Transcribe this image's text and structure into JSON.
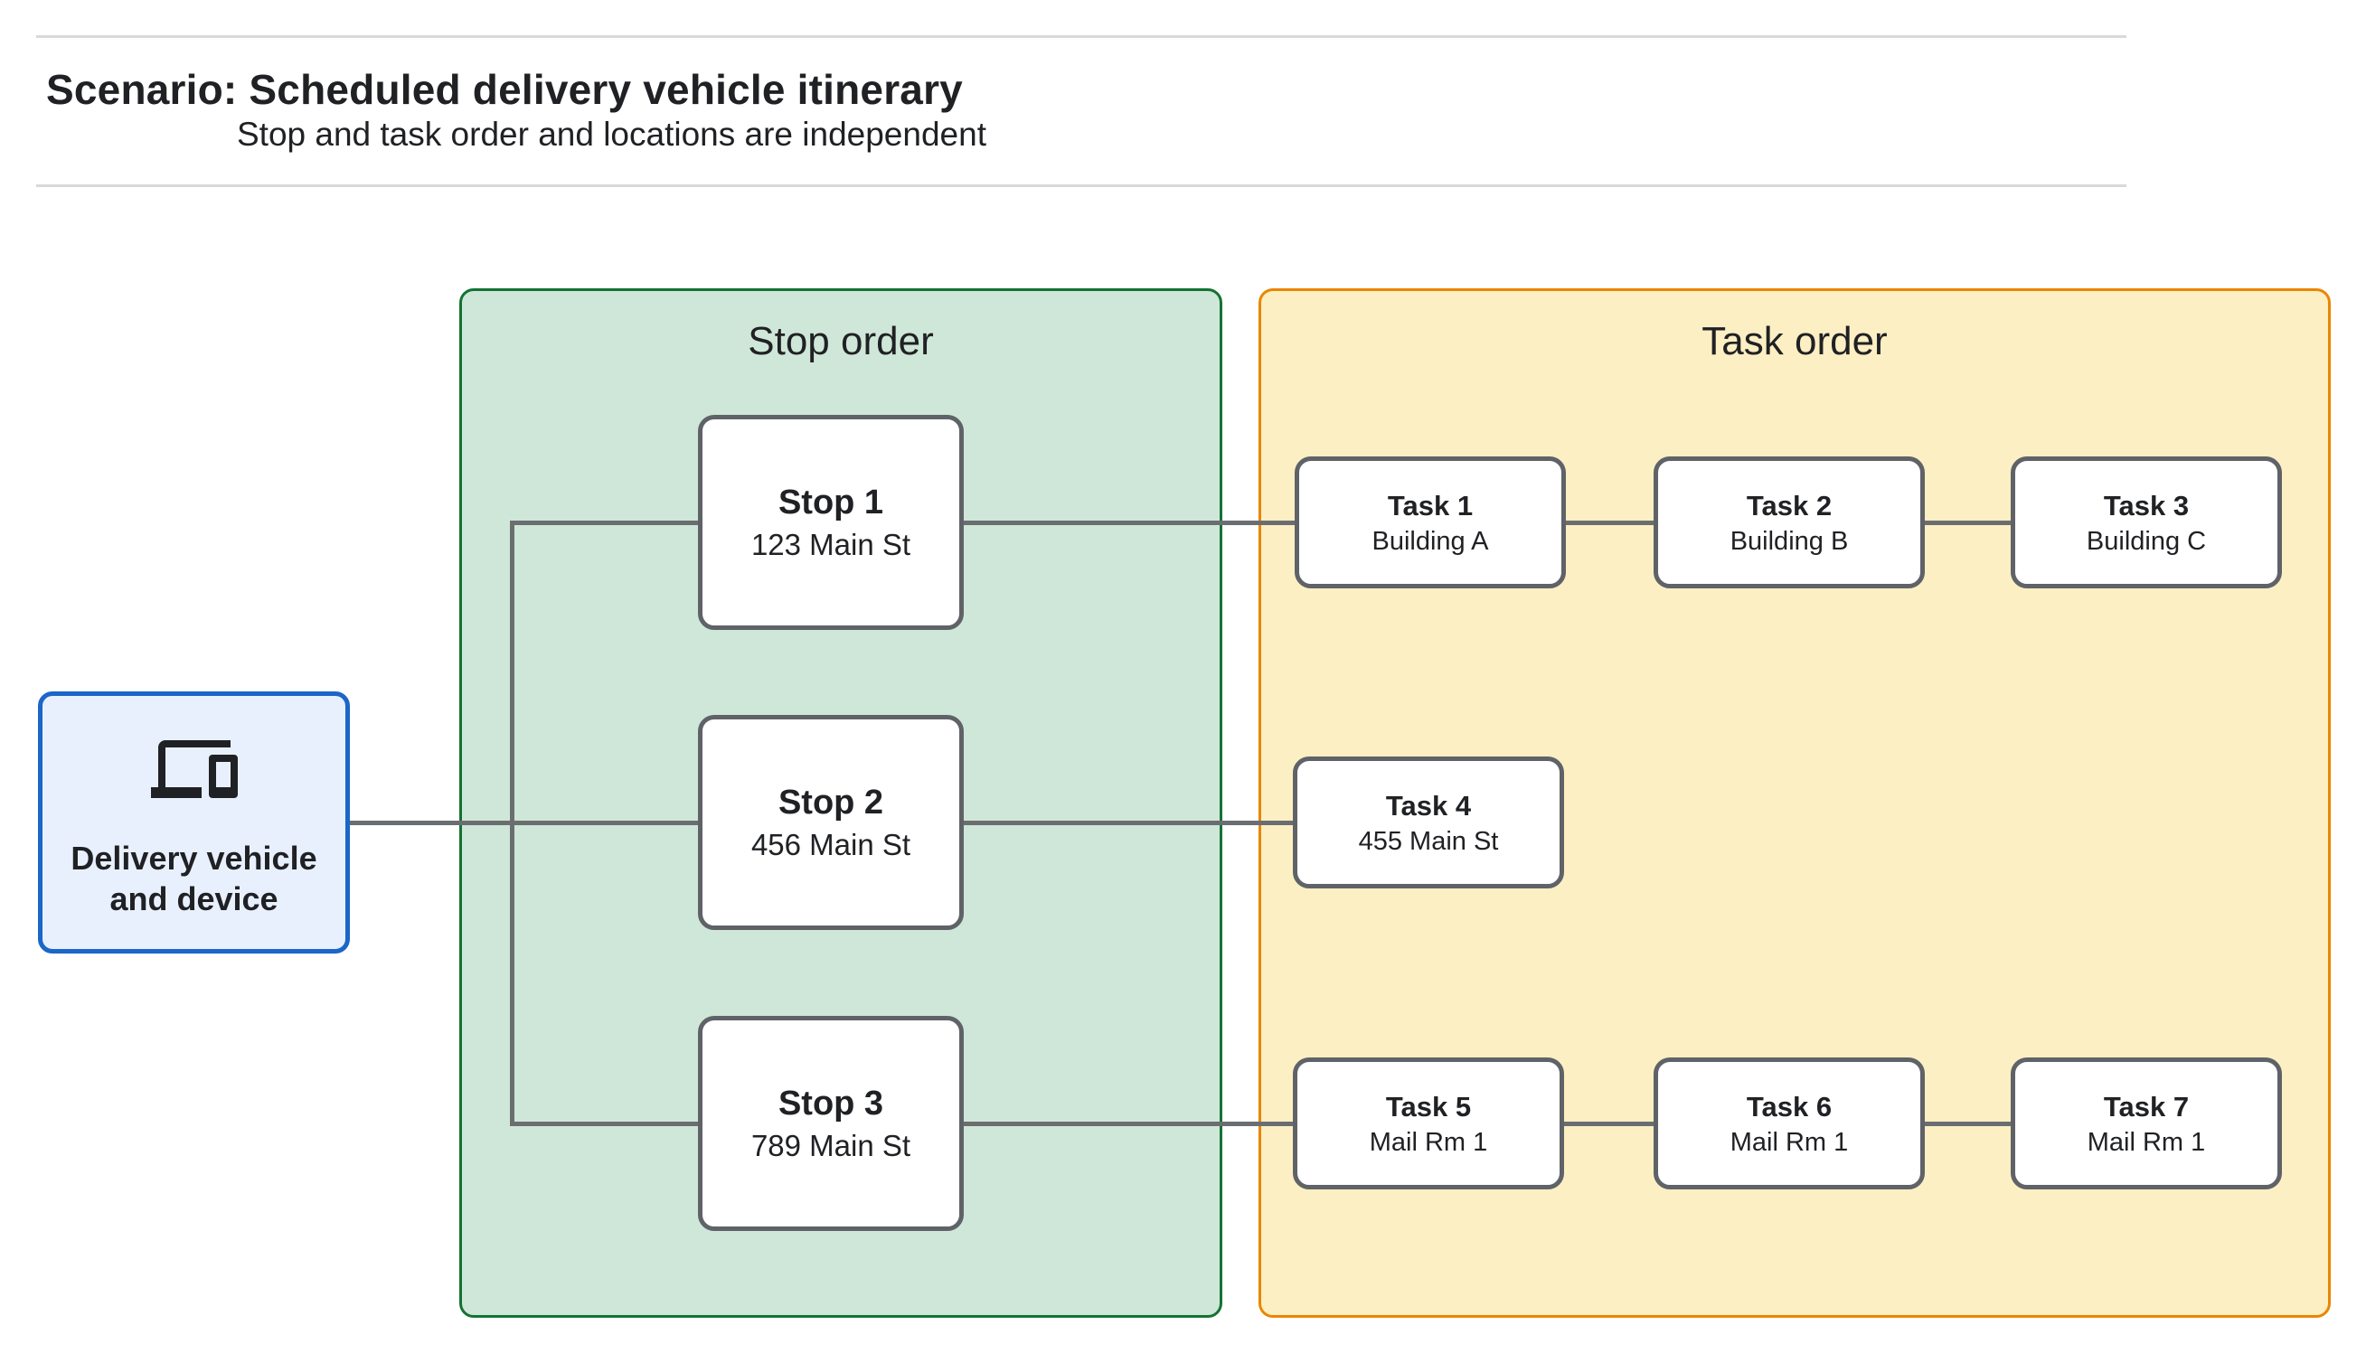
{
  "header": {
    "title": "Scenario: Scheduled delivery vehicle itinerary",
    "subtitle": "Stop and task order and locations are independent"
  },
  "source": {
    "icon": "devices-icon",
    "label_line1": "Delivery vehicle",
    "label_line2": "and device"
  },
  "panels": [
    {
      "id": "stop-order",
      "title": "Stop order"
    },
    {
      "id": "task-order",
      "title": "Task order"
    }
  ],
  "stops": [
    {
      "title": "Stop 1",
      "subtitle": "123 Main St"
    },
    {
      "title": "Stop 2",
      "subtitle": "456 Main St"
    },
    {
      "title": "Stop 3",
      "subtitle": "789 Main St"
    }
  ],
  "tasks": [
    {
      "title": "Task 1",
      "subtitle": "Building A"
    },
    {
      "title": "Task 2",
      "subtitle": "Building B"
    },
    {
      "title": "Task 3",
      "subtitle": "Building C"
    },
    {
      "title": "Task 4",
      "subtitle": "455 Main St"
    },
    {
      "title": "Task 5",
      "subtitle": "Mail Rm 1"
    },
    {
      "title": "Task 6",
      "subtitle": "Mail Rm 1"
    },
    {
      "title": "Task 7",
      "subtitle": "Mail Rm 1"
    }
  ],
  "colors": {
    "text": "#202124",
    "divider": "#d9d9d9",
    "stop_panel_fill": "#cfe7d8",
    "stop_panel_border": "#137333",
    "task_panel_fill": "#fcefc3",
    "task_panel_border": "#ea8600",
    "source_fill": "#e8f0fe",
    "source_border": "#1b66c8",
    "node_border": "#5f6368",
    "connector": "#6b6e71"
  }
}
